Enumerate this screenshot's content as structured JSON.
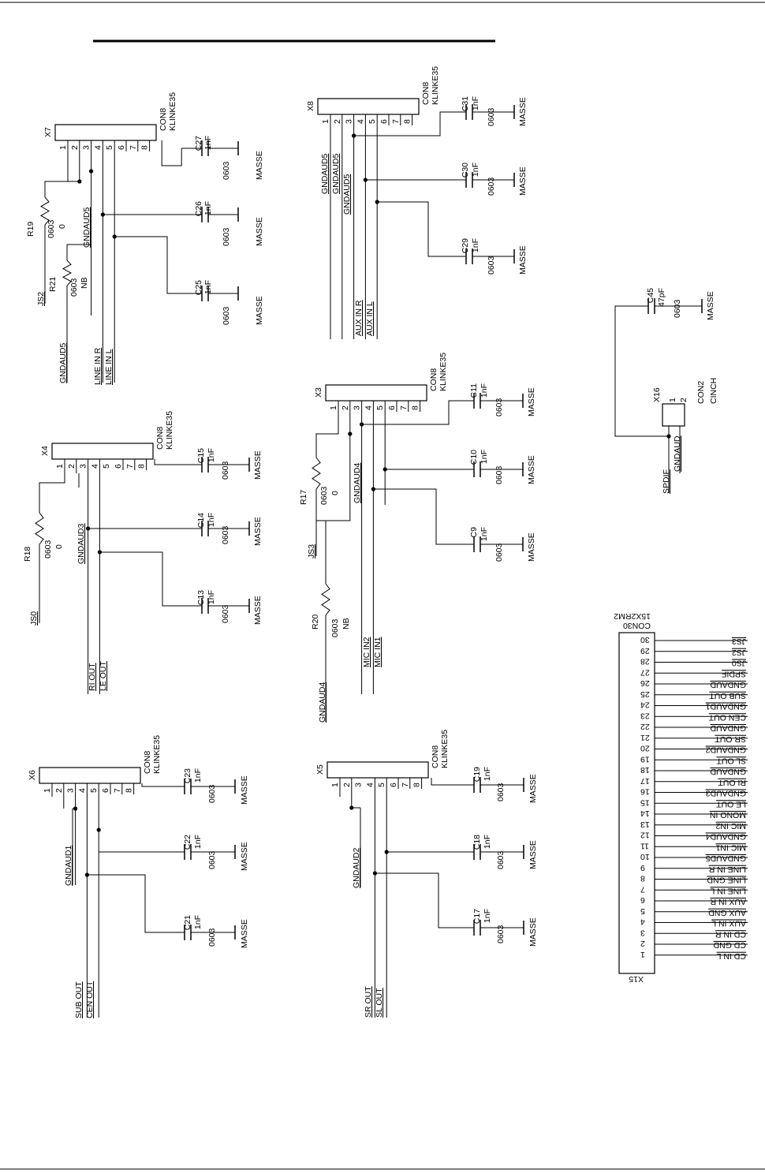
{
  "connectors": [
    {
      "id": "X7",
      "ref": "X7",
      "type": "CON8",
      "part": "KLINKE35",
      "pins": [
        "1",
        "2",
        "3",
        "4",
        "5",
        "6",
        "7",
        "8"
      ],
      "caps": [
        {
          "ref": "C27",
          "value": "1nF",
          "pkg": "0603",
          "gnd": "MASSE"
        },
        {
          "ref": "C26",
          "value": "1nF",
          "pkg": "0603",
          "gnd": "MASSE"
        },
        {
          "ref": "C25",
          "value": "1nF",
          "pkg": "0603",
          "gnd": "MASSE"
        }
      ],
      "res": [
        {
          "ref": "R19",
          "pkg": "0603",
          "value": "0"
        },
        {
          "ref": "R21",
          "pkg": "0603",
          "value": "NB"
        }
      ],
      "nets": [
        "JS2",
        "GNDAUD5",
        "GNDAUD5",
        "LINE IN R",
        "LINE IN L"
      ]
    },
    {
      "id": "X8",
      "ref": "X8",
      "type": "CON8",
      "part": "KLINKE35",
      "pins": [
        "1",
        "2",
        "3",
        "4",
        "5",
        "6",
        "7",
        "8"
      ],
      "caps": [
        {
          "ref": "C31",
          "value": "1nF",
          "pkg": "0603",
          "gnd": "MASSE"
        },
        {
          "ref": "C30",
          "value": "1nF",
          "pkg": "0603",
          "gnd": "MASSE"
        },
        {
          "ref": "C29",
          "value": "1nF",
          "pkg": "0603",
          "gnd": "MASSE"
        }
      ],
      "nets": [
        "GNDAUD5",
        "GNDAUD5",
        "GNDAUD5",
        "AUX IN R",
        "AUX IN L"
      ]
    },
    {
      "id": "X4",
      "ref": "X4",
      "type": "CON8",
      "part": "KLINKE35",
      "pins": [
        "1",
        "2",
        "3",
        "4",
        "5",
        "6",
        "7",
        "8"
      ],
      "caps": [
        {
          "ref": "C15",
          "value": "1nF",
          "pkg": "0603",
          "gnd": "MASSE"
        },
        {
          "ref": "C14",
          "value": "1nF",
          "pkg": "0603",
          "gnd": "MASSE"
        },
        {
          "ref": "C13",
          "value": "1nF",
          "pkg": "0603",
          "gnd": "MASSE"
        }
      ],
      "res": [
        {
          "ref": "R18",
          "pkg": "0603",
          "value": "0"
        }
      ],
      "nets": [
        "GNDAUD3",
        "JS0",
        "RI OUT",
        "LE OUT"
      ]
    },
    {
      "id": "X3",
      "ref": "X3",
      "type": "CON8",
      "part": "KLINKE35",
      "pins": [
        "1",
        "2",
        "3",
        "4",
        "5",
        "6",
        "7",
        "8"
      ],
      "caps": [
        {
          "ref": "C11",
          "value": "1nF",
          "pkg": "0603",
          "gnd": "MASSE"
        },
        {
          "ref": "C10",
          "value": "1nF",
          "pkg": "0603",
          "gnd": "MASSE"
        },
        {
          "ref": "C9",
          "value": "1nF",
          "pkg": "0603",
          "gnd": "MASSE"
        }
      ],
      "res": [
        {
          "ref": "R17",
          "pkg": "0603",
          "value": "0"
        },
        {
          "ref": "R20",
          "pkg": "0603",
          "value": "NB"
        }
      ],
      "nets": [
        "GNDAUD4",
        "JS3",
        "MIC IN2",
        "MIC IN1",
        "GNDAUD4"
      ]
    },
    {
      "id": "X6",
      "ref": "X6",
      "type": "CON8",
      "part": "KLINKE35",
      "pins": [
        "1",
        "2",
        "3",
        "4",
        "5",
        "6",
        "7",
        "8"
      ],
      "caps": [
        {
          "ref": "C23",
          "value": "1nF",
          "pkg": "0603",
          "gnd": "MASSE"
        },
        {
          "ref": "C22",
          "value": "1nF",
          "pkg": "0603",
          "gnd": "MASSE"
        },
        {
          "ref": "C21",
          "value": "1nF",
          "pkg": "0603",
          "gnd": "MASSE"
        }
      ],
      "nets": [
        "GNDAUD1",
        "SUB OUT",
        "CEN OUT"
      ]
    },
    {
      "id": "X5",
      "ref": "X5",
      "type": "CON8",
      "part": "KLINKE35",
      "pins": [
        "1",
        "2",
        "3",
        "4",
        "5",
        "6",
        "7",
        "8"
      ],
      "caps": [
        {
          "ref": "C19",
          "value": "1nF",
          "pkg": "0603",
          "gnd": "MASSE"
        },
        {
          "ref": "C18",
          "value": "1nF",
          "pkg": "0603",
          "gnd": "MASSE"
        },
        {
          "ref": "C17",
          "value": "1nF",
          "pkg": "0603",
          "gnd": "MASSE"
        }
      ],
      "nets": [
        "GNDAUD2",
        "SR OUT",
        "SL OUT"
      ]
    }
  ],
  "spdif": {
    "ref": "X16",
    "type": "CON2",
    "part": "CINCH",
    "pins": [
      "1",
      "2"
    ],
    "cap": {
      "ref": "C45",
      "value": "47pF",
      "pkg": "0603",
      "gnd": "MASSE"
    },
    "nets": [
      "SPDIF",
      "GNDAUD"
    ]
  },
  "header": {
    "ref": "X15",
    "type": "CON30",
    "part": "15X2RM2",
    "pins": [
      {
        "num": "1",
        "net": "CD IN L"
      },
      {
        "num": "2",
        "net": "CD GND"
      },
      {
        "num": "3",
        "net": "CD IN R"
      },
      {
        "num": "4",
        "net": "AUX IN L"
      },
      {
        "num": "5",
        "net": "AUX GND"
      },
      {
        "num": "6",
        "net": "AUX IN R"
      },
      {
        "num": "7",
        "net": "LINE IN L"
      },
      {
        "num": "8",
        "net": "LINE GND"
      },
      {
        "num": "9",
        "net": "LINE IN R"
      },
      {
        "num": "10",
        "net": "GNDAUD5"
      },
      {
        "num": "11",
        "net": "MIC IN1"
      },
      {
        "num": "12",
        "net": "GNDAUD4"
      },
      {
        "num": "13",
        "net": "MIC IN2"
      },
      {
        "num": "14",
        "net": "MONO IN"
      },
      {
        "num": "15",
        "net": "LE OUT"
      },
      {
        "num": "16",
        "net": "GNDAUD3"
      },
      {
        "num": "17",
        "net": "RI OUT"
      },
      {
        "num": "18",
        "net": "GNDAUD"
      },
      {
        "num": "19",
        "net": "SL OUT"
      },
      {
        "num": "20",
        "net": "GNDAUD2"
      },
      {
        "num": "21",
        "net": "SR OUT"
      },
      {
        "num": "22",
        "net": "GNDAUD"
      },
      {
        "num": "23",
        "net": "CEN OUT"
      },
      {
        "num": "24",
        "net": "GNDAUD1"
      },
      {
        "num": "25",
        "net": "SUB OUT"
      },
      {
        "num": "26",
        "net": "GNDAUD"
      },
      {
        "num": "27",
        "net": "SPDIF"
      },
      {
        "num": "28",
        "net": "JS0"
      },
      {
        "num": "29",
        "net": "JS2"
      },
      {
        "num": "30",
        "net": "JS3"
      }
    ]
  }
}
